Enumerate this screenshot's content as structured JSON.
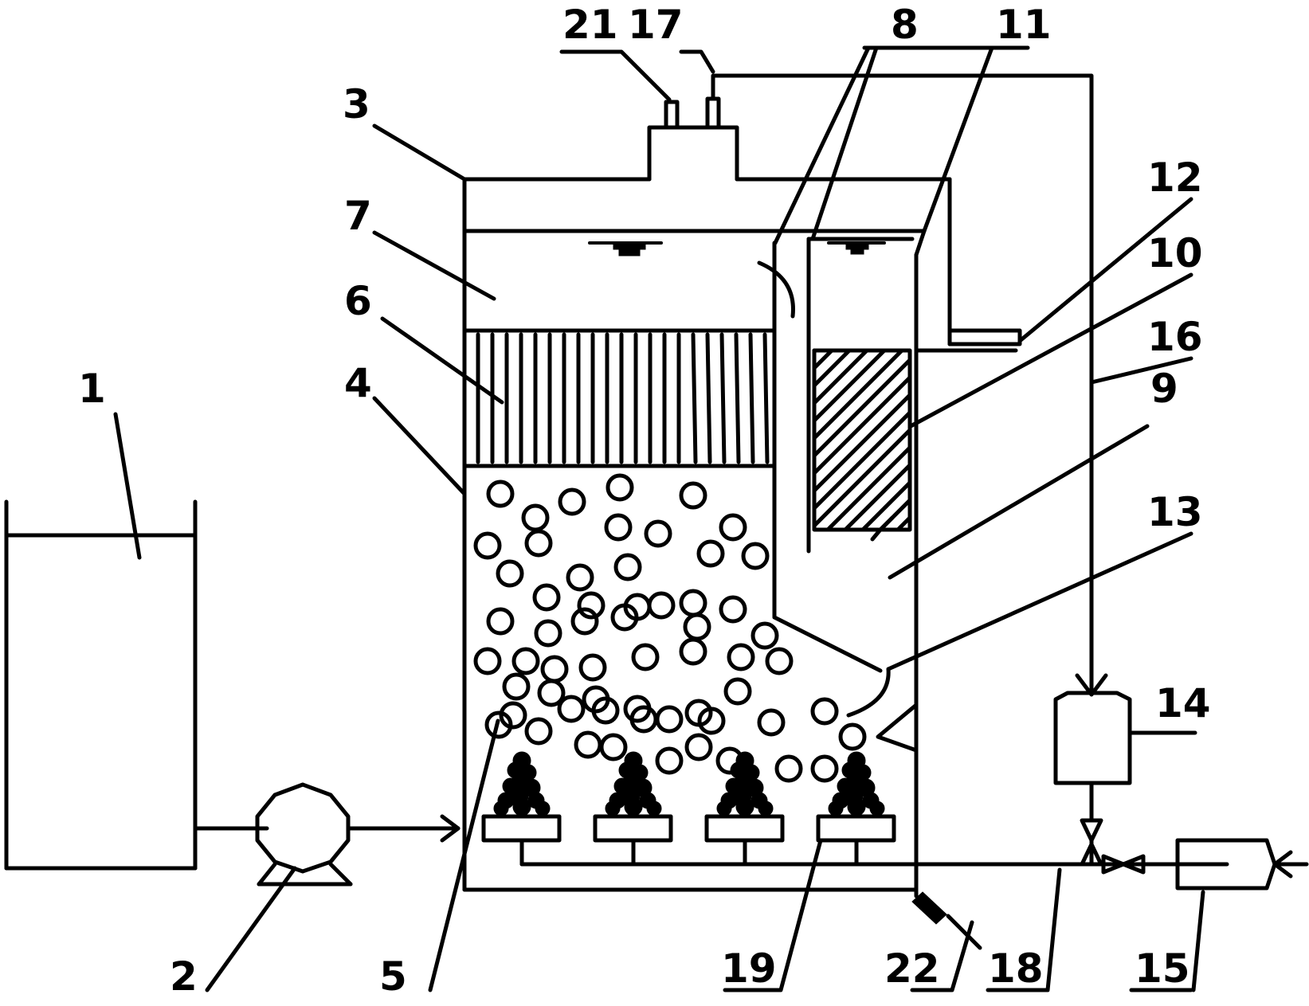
{
  "diagram": {
    "labels": [
      {
        "id": "1",
        "text": "1"
      },
      {
        "id": "2",
        "text": "2"
      },
      {
        "id": "3",
        "text": "3"
      },
      {
        "id": "4",
        "text": "4"
      },
      {
        "id": "5",
        "text": "5"
      },
      {
        "id": "6",
        "text": "6"
      },
      {
        "id": "7",
        "text": "7"
      },
      {
        "id": "8",
        "text": "8"
      },
      {
        "id": "9",
        "text": "9"
      },
      {
        "id": "10",
        "text": "10"
      },
      {
        "id": "11",
        "text": "11"
      },
      {
        "id": "12",
        "text": "12"
      },
      {
        "id": "13",
        "text": "13"
      },
      {
        "id": "14",
        "text": "14"
      },
      {
        "id": "15",
        "text": "15"
      },
      {
        "id": "16",
        "text": "16"
      },
      {
        "id": "17",
        "text": "17"
      },
      {
        "id": "18a",
        "text": "18"
      },
      {
        "id": "18b",
        "text": "18"
      },
      {
        "id": "19",
        "text": "19"
      },
      {
        "id": "21",
        "text": "21"
      },
      {
        "id": "22",
        "text": "22"
      }
    ]
  }
}
